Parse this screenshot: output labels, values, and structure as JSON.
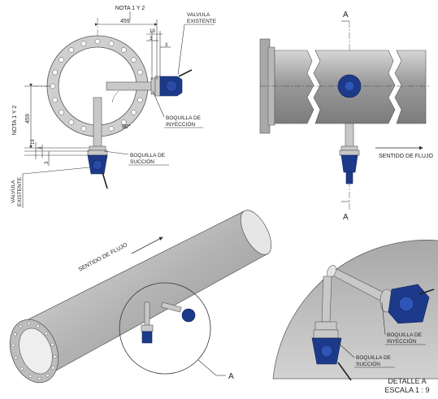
{
  "front_view": {
    "note_top": "NOTA 1 Y 2",
    "note_side": "NOTA 1 Y 2",
    "dim_h_main": "459",
    "dim_v_main": "459",
    "dim_19_top": "19",
    "dim_3a_top": "3",
    "dim_3b_top": "3",
    "dim_19_side": "19",
    "dim_3a_side": "3",
    "dim_3b_side": "3",
    "angle": "90°",
    "valve_existing_top_1": "VALVULA",
    "valve_existing_top_2": "EXISTENTE",
    "valve_existing_side_1": "VALVULA",
    "valve_existing_side_2": "EXISTENTE",
    "injection_nozzle_1": "BOQUILLA DE",
    "injection_nozzle_2": "INYECCIÓN",
    "suction_nozzle_1": "BOQUILLA DE",
    "suction_nozzle_2": "SUCCIÓN"
  },
  "side_view": {
    "section_top": "A",
    "section_bottom": "A",
    "flow_label": "SENTIDO DE FLUJO"
  },
  "iso_view": {
    "flow_label": "SENTIDO DE FLUJO",
    "detail_callout": "A"
  },
  "detail_view": {
    "injection_nozzle_1": "BOQUILLA DE",
    "injection_nozzle_2": "INYECCIÓN",
    "suction_nozzle_1": "BOQUILLA DE",
    "suction_nozzle_2": "SUCCIÓN",
    "title_1": "DETALLE A",
    "title_2": "ESCALA 1 : 9"
  },
  "colors": {
    "valve_blue": "#1d3a8a",
    "pipe_gray": "#a9a9a9",
    "steel": "#c8c8c8"
  }
}
